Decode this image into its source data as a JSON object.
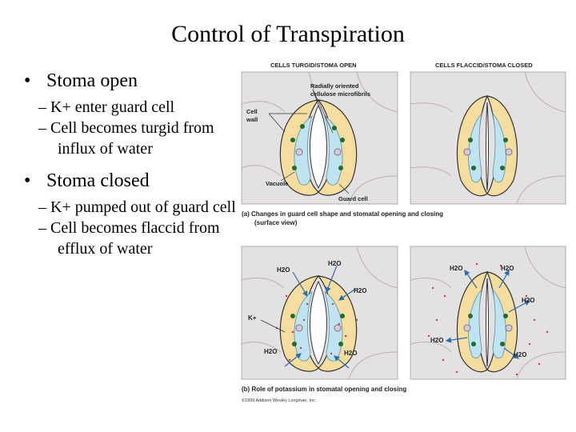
{
  "slide": {
    "title": "Control of Transpiration",
    "bullets": [
      {
        "text": "Stoma open",
        "subs": [
          "K+ enter guard cell",
          "Cell becomes turgid from influx of water"
        ]
      },
      {
        "text": "Stoma closed",
        "subs": [
          "K+ pumped out of guard cell",
          "Cell becomes flaccid from efflux of water"
        ]
      }
    ]
  },
  "figure": {
    "header_open": "CELLS TURGID/STOMA OPEN",
    "header_closed": "CELLS FLACCID/STOMA CLOSED",
    "label_microfibrils_1": "Radially oriented",
    "label_microfibrils_2": "cellulose microfibrils",
    "label_cellwall_1": "Cell",
    "label_cellwall_2": "wall",
    "label_vacuole": "Vacuole",
    "label_guardcell": "Guard cell",
    "caption_a_1": "(a) Changes in guard cell shape and stomatal opening and closing",
    "caption_a_2": "(surface view)",
    "label_h2o": "H2O",
    "label_k": "K+",
    "caption_b": "(b) Role of potassium in stomatal opening and closing",
    "copyright": "©1999 Addison Wesley Longman, Inc."
  }
}
